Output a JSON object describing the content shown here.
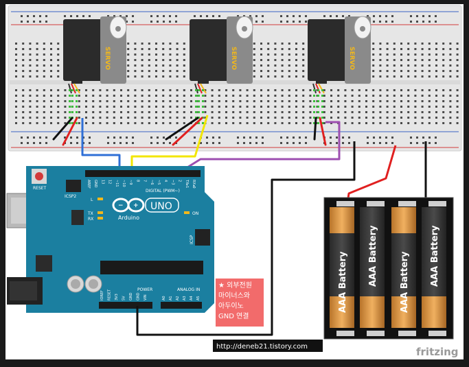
{
  "servos": [
    {
      "label": "SERVO"
    },
    {
      "label": "SERVO"
    },
    {
      "label": "SERVO"
    }
  ],
  "arduino": {
    "brand": "Arduino",
    "model": "UNO",
    "reset_label": "RESET",
    "icsp2_label": "ICSP2",
    "icsp_label": "ICSP",
    "digital_label": "DIGITAL (PWM~)",
    "analog_label": "ANALOG IN",
    "power_label": "POWER",
    "on_label": "ON",
    "tx_label": "TX",
    "rx_label": "RX",
    "l_label": "L",
    "digital_pins": [
      "AREF",
      "GND",
      "13",
      "12",
      "~11",
      "~10",
      "~9",
      "8",
      "7",
      "~6",
      "~5",
      "4",
      "~3",
      "2",
      "TX▸1",
      "RX◂0"
    ],
    "power_pins": [
      "IOREF",
      "RESET",
      "3V3",
      "5V",
      "GND",
      "GND",
      "VIN"
    ],
    "analog_pins": [
      "A0",
      "A1",
      "A2",
      "A3",
      "A4",
      "A5"
    ]
  },
  "batteries": [
    {
      "label": "AAA Battery"
    },
    {
      "label": "AAA Battery"
    },
    {
      "label": "AAA Battery"
    },
    {
      "label": "AAA Battery"
    }
  ],
  "note": {
    "lines": [
      "★ 외부전원",
      "마이너스와",
      "아두이노",
      "GND 연결"
    ]
  },
  "watermark_url": "http://deneb21.tistory.com",
  "fritzing_logo": "fritzing",
  "colors": {
    "breadboard": "#e6e6e6",
    "rail_red": "#d23a3a",
    "rail_blue": "#3b62c4",
    "arduino": "#1b7fa0",
    "wire_blue": "#2f6fd6",
    "wire_yellow": "#f2e600",
    "wire_purple": "#9d4fb0",
    "wire_black": "#111111",
    "wire_red": "#e02020",
    "note_bg": "#f26b6b"
  }
}
